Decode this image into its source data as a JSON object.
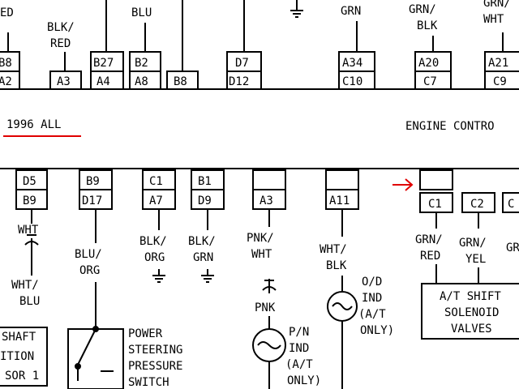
{
  "header": {
    "year_note": "1996 ALL",
    "module_title": "ENGINE CONTRO",
    "accent_color": "#e00000"
  },
  "top_row": {
    "wires": [
      {
        "color": "ED",
        "pin_top": "B8",
        "pin_bottom": "A2"
      },
      {
        "color": "BLK/\nRED",
        "pin_top": "",
        "pin_bottom": "A3"
      },
      {
        "color": "",
        "pin_top": "B27",
        "pin_bottom": "A4"
      },
      {
        "color": "BLU",
        "pin_top": "B2",
        "pin_bottom": "A8"
      },
      {
        "color": "",
        "pin_top": "",
        "pin_bottom": "B8"
      },
      {
        "color": "",
        "pin_top": "D7",
        "pin_bottom": "D12"
      },
      {
        "color": "GRN",
        "pin_top": "A34",
        "pin_bottom": "C10"
      },
      {
        "color": "GRN/\nBLK",
        "pin_top": "A20",
        "pin_bottom": "C7"
      },
      {
        "color": "GRN/\nWHT",
        "pin_top": "A21",
        "pin_bottom": "C9"
      }
    ]
  },
  "bottom_row": {
    "wires": [
      {
        "pin_top": "D5",
        "pin_bottom": "B9",
        "color_1": "WHT",
        "color_2": "WHT/\nBLU"
      },
      {
        "pin_top": "B9",
        "pin_bottom": "D17",
        "color_1": "BLU/\nORG"
      },
      {
        "pin_top": "C1",
        "pin_bottom": "A7",
        "color_1": "BLK/\nORG"
      },
      {
        "pin_top": "B1",
        "pin_bottom": "D9",
        "color_1": "BLK/\nGRN"
      },
      {
        "pin_top": "",
        "pin_bottom": "A3",
        "color_1": "PNK/\nWHT",
        "color_2": "PNK"
      },
      {
        "pin_top": "",
        "pin_bottom": "A11",
        "color_1": "WHT/\nBLK"
      },
      {
        "pin_top": "",
        "pin_bottom": "C1",
        "color_1": "GRN/\nRED"
      },
      {
        "pin_top": "",
        "pin_bottom": "C2",
        "color_1": "GRN/\nYEL"
      },
      {
        "pin_top": "",
        "pin_bottom": "C",
        "color_1": "GR"
      }
    ]
  },
  "components": {
    "shaft_sensor": "SHAFT\nITION\nSOR 1",
    "ps_switch": "POWER\nSTEERING\nPRESSURE\nSWITCH",
    "pn_lamp": "P/N\nIND\n(A/T\nONLY)",
    "od_lamp": "O/D\nIND\n(A/T\nONLY)",
    "solenoids": "A/T SHIFT\nSOLENOID\nVALVES"
  },
  "icons": [
    "ground-icon",
    "connector-icon",
    "indicator-lamp-icon",
    "switch-icon",
    "arrow-icon"
  ]
}
